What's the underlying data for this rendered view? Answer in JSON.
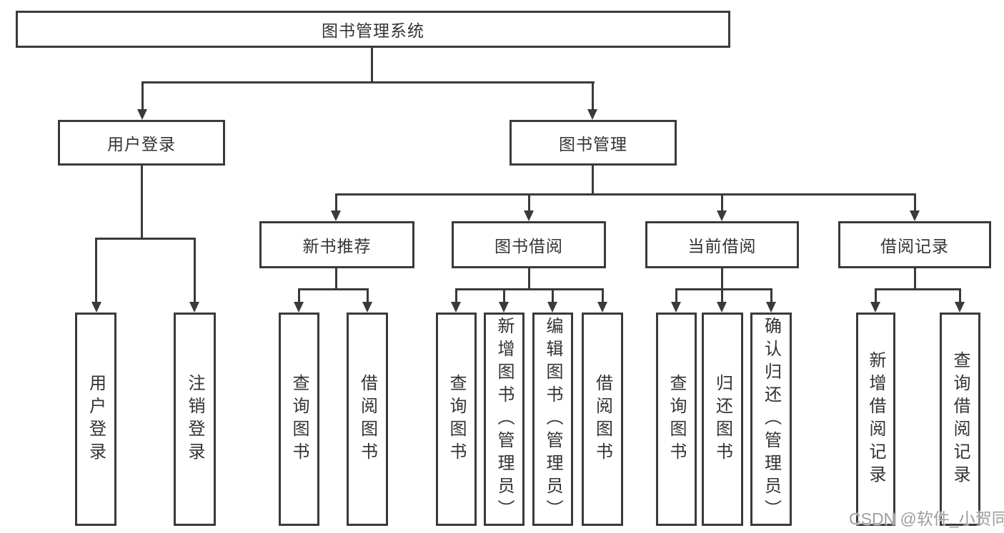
{
  "title": "图书管理系统",
  "tree": {
    "root": {
      "label": "图书管理系统"
    },
    "branches": [
      {
        "label": "用户登录",
        "children": [
          {
            "label": "用户登录"
          },
          {
            "label": "注销登录"
          }
        ]
      },
      {
        "label": "图书管理",
        "children": [
          {
            "label": "新书推荐",
            "children": [
              {
                "label": "查询图书"
              },
              {
                "label": "借阅图书"
              }
            ]
          },
          {
            "label": "图书借阅",
            "children": [
              {
                "label": "查询图书"
              },
              {
                "label": "新增图书（管理员）"
              },
              {
                "label": "编辑图书（管理员）"
              },
              {
                "label": "借阅图书"
              }
            ]
          },
          {
            "label": "当前借阅",
            "children": [
              {
                "label": "查询图书"
              },
              {
                "label": "归还图书"
              },
              {
                "label": "确认归还（管理员）"
              }
            ]
          },
          {
            "label": "借阅记录",
            "children": [
              {
                "label": "新增借阅记录"
              },
              {
                "label": "查询借阅记录"
              }
            ]
          }
        ]
      }
    ]
  },
  "watermark": {
    "text": "CSDN @软件_小贺同学"
  },
  "colors": {
    "line": "#3a3a3a",
    "text": "#333333",
    "box_background": "#ffffff",
    "watermark": "#9e9e9e"
  }
}
